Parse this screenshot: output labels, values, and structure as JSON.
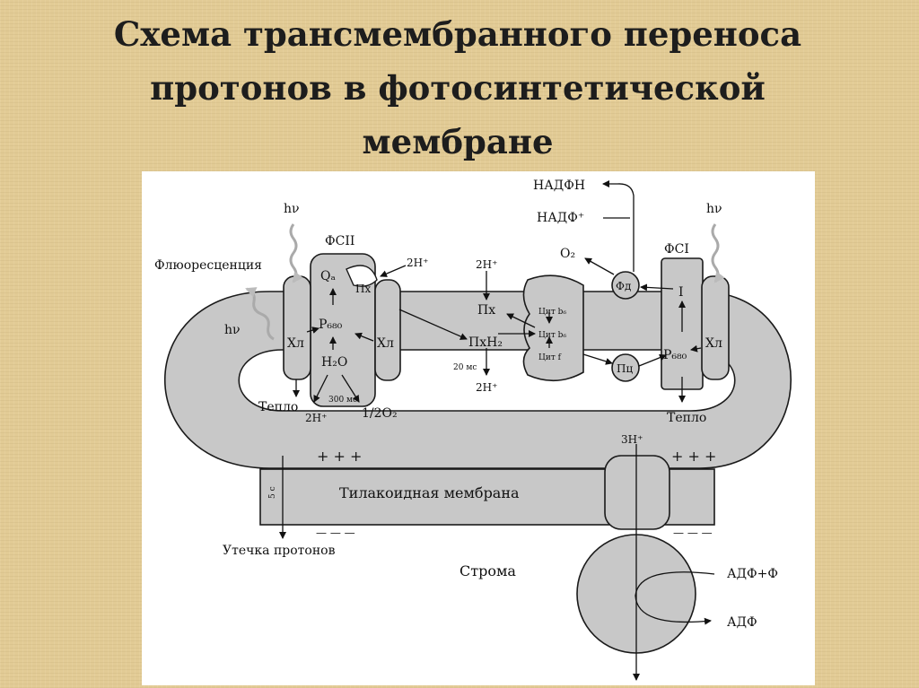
{
  "title": {
    "line1": "Схема трансмембранного переноса",
    "line2": "протонов в фотосинтетической",
    "line3": "мембране"
  },
  "diagram": {
    "hv_left": "hν",
    "hv_right": "hν",
    "hv_fluor": "hν",
    "fluorescence": "Флюоресценция",
    "psii": "ФСII",
    "psi": "ФСI",
    "qa": "Qₐ",
    "px": "Пх",
    "p680_left": "P₆₈₀",
    "p680_right": "P₆₈₀",
    "chl_left_a": "Хл",
    "chl_left_b": "Хл",
    "chl_right": "Хл",
    "h2o": "H₂O",
    "heat_left": "Тепло",
    "heat_right": "Тепло",
    "two_h_a": "2H⁺",
    "two_h_b": "2H⁺",
    "two_h_c": "2H⁺",
    "two_h_d": "2H⁺",
    "half_o2": "1/2O₂",
    "t300": "300 мс",
    "t20": "20 мс",
    "pxh2": "ПхH₂",
    "px2": "Пх",
    "cyt_b6_a": "Цит b₆",
    "cyt_b6_b": "Цит b₆",
    "cyt_f": "Цит f",
    "pc": "Пц",
    "fd": "Фд",
    "roman_one": "I",
    "nadph": "НАДФН",
    "nadp": "НАДФ⁺",
    "o2": "O₂",
    "three_h": "3H⁺",
    "plus_left": "+ + +",
    "plus_right": "+ + +",
    "minus_left": "— — —",
    "minus_right": "— — —",
    "five_s": "5 с",
    "membrane": "Тилакоидная мембрана",
    "leak": "Утечка протонов",
    "stroma": "Строма",
    "adp_p": "АДФ+Ф",
    "adp": "АДФ"
  }
}
